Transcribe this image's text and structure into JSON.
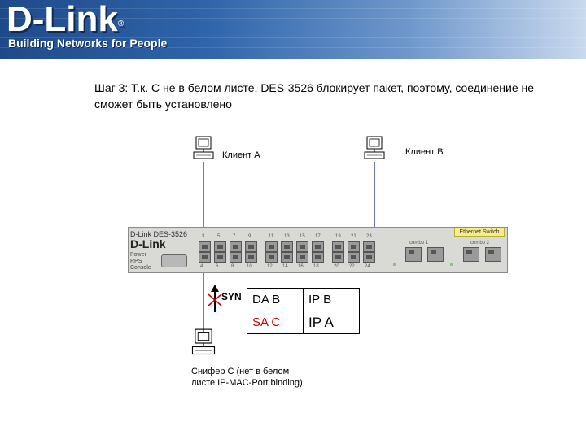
{
  "header": {
    "logo": "D-Link",
    "registered": "®",
    "tagline": "Building Networks for People"
  },
  "title": "Шаг 3: Т.к. С не в белом листе, DES-3526 блокирует пакет, поэтому, соединение не сможет быть установлено",
  "nodes": {
    "client_a": "Клиент А",
    "client_b": "Клиент В",
    "sniffer_line1": "Снифер С (нет в белом",
    "sniffer_line2": "листе IP-MAC-Port binding)"
  },
  "switch": {
    "brand": "D-Link  DES-3526",
    "logo": "D-Link",
    "indicators": [
      "Power",
      "RPS",
      "Console"
    ],
    "tag": "Ethernet Switch",
    "combo1": "combo 1",
    "combo2": "combo 2",
    "top_ports": [
      "3",
      "5",
      "7",
      "9",
      "11",
      "13",
      "15",
      "17",
      "19",
      "21",
      "23"
    ],
    "bottom_ports": [
      "4",
      "6",
      "8",
      "10",
      "12",
      "14",
      "16",
      "18",
      "20",
      "22",
      "24"
    ]
  },
  "packet": {
    "direction_label": "SYN",
    "rows": [
      {
        "addr": "DA B",
        "ip": "IP B",
        "addr_color": "#000000"
      },
      {
        "addr": "SA C",
        "ip": "IP A",
        "addr_color": "#cc0000"
      }
    ]
  },
  "colors": {
    "cable": "#1a1a8c",
    "blocked": "#cc0000"
  }
}
